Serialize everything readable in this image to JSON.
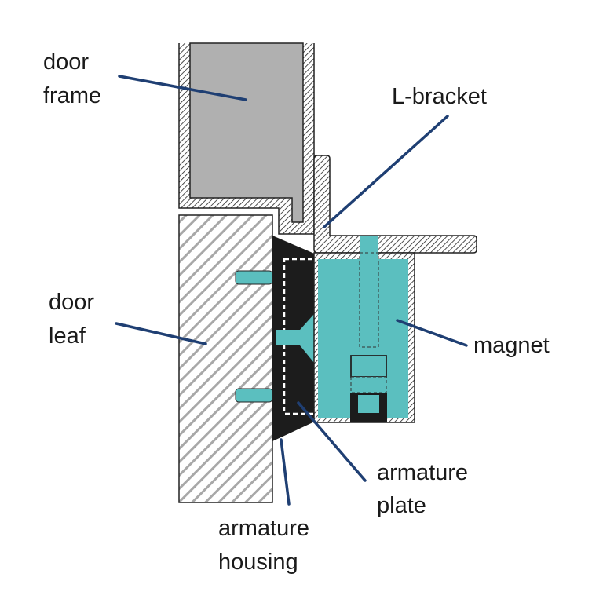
{
  "labels": {
    "door_frame": [
      "door",
      "frame"
    ],
    "l_bracket": "L-bracket",
    "door_leaf": [
      "door",
      "leaf"
    ],
    "magnet": "magnet",
    "armature_plate": [
      "armature",
      "plate"
    ],
    "armature_housing": [
      "armature",
      "housing"
    ]
  },
  "colors": {
    "leader_line": "#1f3f73",
    "magnet": "#5bbfbf",
    "frame_fill": "#b0b0b0",
    "housing": "#1c1c1c",
    "leaf_stripe": "#a8a8a8"
  }
}
